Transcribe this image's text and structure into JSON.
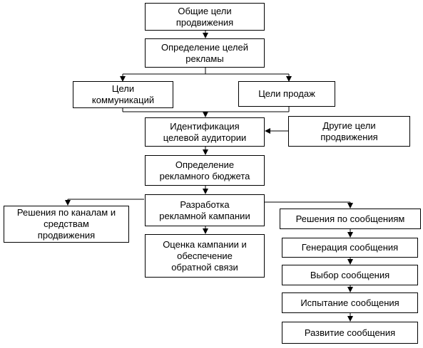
{
  "nodes": {
    "general_goals": "Общие цели\nпродвижения",
    "ad_goals": "Определение целей\nрекламы",
    "comm_goals": "Цели\nкоммуникаций",
    "sales_goals": "Цели продаж",
    "target_audience": "Идентификация\nцелевой аудитории",
    "other_goals": "Другие цели\nпродвижения",
    "budget": "Определение\nрекламного бюджета",
    "campaign": "Разработка\nрекламной кампании",
    "channels": "Решения по каналам и\nсредствам\nпродвижения",
    "evaluation": "Оценка кампании и\nобеспечение\nобратной связи",
    "message_decisions": "Решения по сообщениям",
    "message_generation": "Генерация сообщения",
    "message_selection": "Выбор сообщения",
    "message_testing": "Испытание сообщения",
    "message_development": "Развитие сообщения"
  }
}
